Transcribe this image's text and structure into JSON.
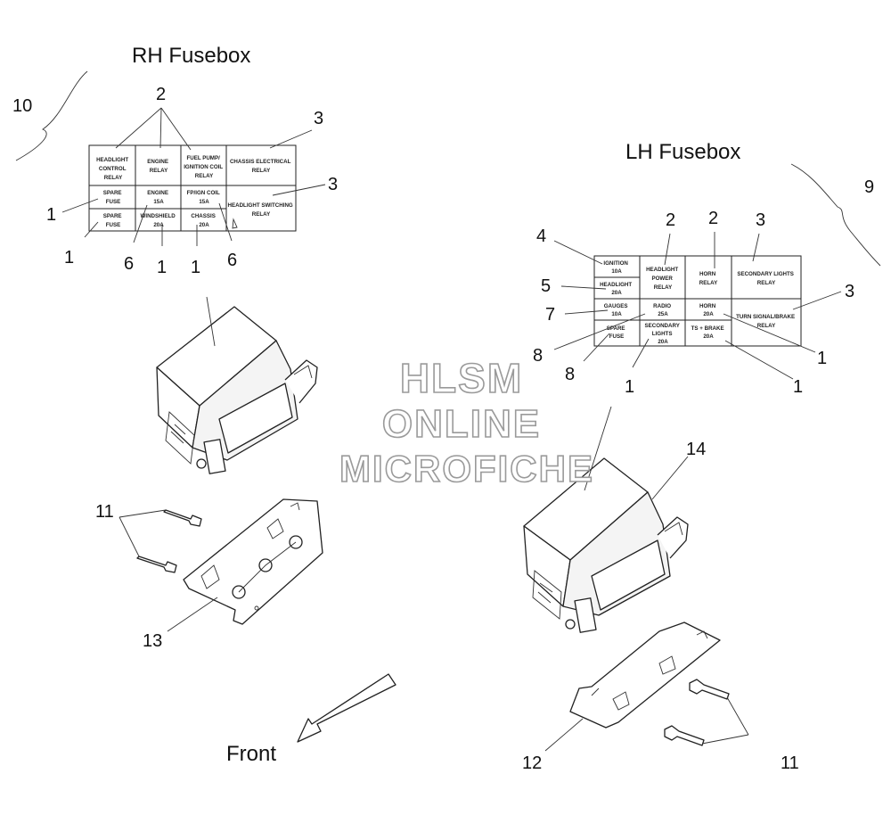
{
  "titles": {
    "rh": "RH Fusebox",
    "lh": "LH Fusebox",
    "front": "Front"
  },
  "watermark": {
    "line1": "HLSM",
    "line2": "ONLINE",
    "line3": "MICROFICHE"
  },
  "rh_cells": {
    "headlight_control_relay": [
      "HEADLIGHT",
      "CONTROL",
      "RELAY"
    ],
    "engine_relay": [
      "ENGINE",
      "RELAY"
    ],
    "fuel_pump_relay": [
      "FUEL PUMP/",
      "IGNITION COIL",
      "RELAY"
    ],
    "chassis_electrical_relay": [
      "CHASSIS ELECTRICAL",
      "RELAY"
    ],
    "spare_fuse_1": [
      "SPARE",
      "FUSE"
    ],
    "engine_15a": [
      "ENGINE",
      "15A"
    ],
    "fp_ign_coil_15a": [
      "FP/IGN COIL",
      "15A"
    ],
    "headlight_switching_relay": [
      "HEADLIGHT SWITCHING",
      "RELAY"
    ],
    "spare_fuse_2": [
      "SPARE",
      "FUSE"
    ],
    "windshield_20a": [
      "WINDSHIELD",
      "20A"
    ],
    "chassis_20a": [
      "CHASSIS",
      "20A"
    ]
  },
  "lh_cells": {
    "ignition_10a": [
      "IGNITION",
      "10A"
    ],
    "headlight_20a": [
      "HEADLIGHT",
      "20A"
    ],
    "headlight_power_relay": [
      "HEADLIGHT",
      "POWER",
      "RELAY"
    ],
    "horn_relay": [
      "HORN",
      "RELAY"
    ],
    "secondary_lights_relay": [
      "SECONDARY LIGHTS",
      "RELAY"
    ],
    "gauges_10a": [
      "GAUGES",
      "10A"
    ],
    "radio_25a": [
      "RADIO",
      "25A"
    ],
    "horn_20a": [
      "HORN",
      "20A"
    ],
    "turn_signal_brake_relay": [
      "TURN SIGNAL/BRAKE",
      "RELAY"
    ],
    "spare_fuse": [
      "SPARE",
      "FUSE"
    ],
    "secondary_lights_20a": [
      "SECONDARY",
      "LIGHTS",
      "20A"
    ],
    "ts_brake_20a": [
      "TS + BRAKE",
      "20A"
    ]
  },
  "callouts": {
    "rh_10": "10",
    "rh_2": "2",
    "rh_3a": "3",
    "rh_3b": "3",
    "rh_1a": "1",
    "rh_1b": "1",
    "rh_6a": "6",
    "rh_1c": "1",
    "rh_1d": "1",
    "rh_6b": "6",
    "lh_9": "9",
    "lh_4": "4",
    "lh_5": "5",
    "lh_7": "7",
    "lh_8a": "8",
    "lh_8b": "8",
    "lh_2a": "2",
    "lh_2b": "2",
    "lh_3a": "3",
    "lh_3b": "3",
    "lh_1a": "1",
    "lh_1b": "1",
    "lh_1c": "1",
    "p11a": "11",
    "p13": "13",
    "p14": "14",
    "p12": "12",
    "p11b": "11"
  }
}
